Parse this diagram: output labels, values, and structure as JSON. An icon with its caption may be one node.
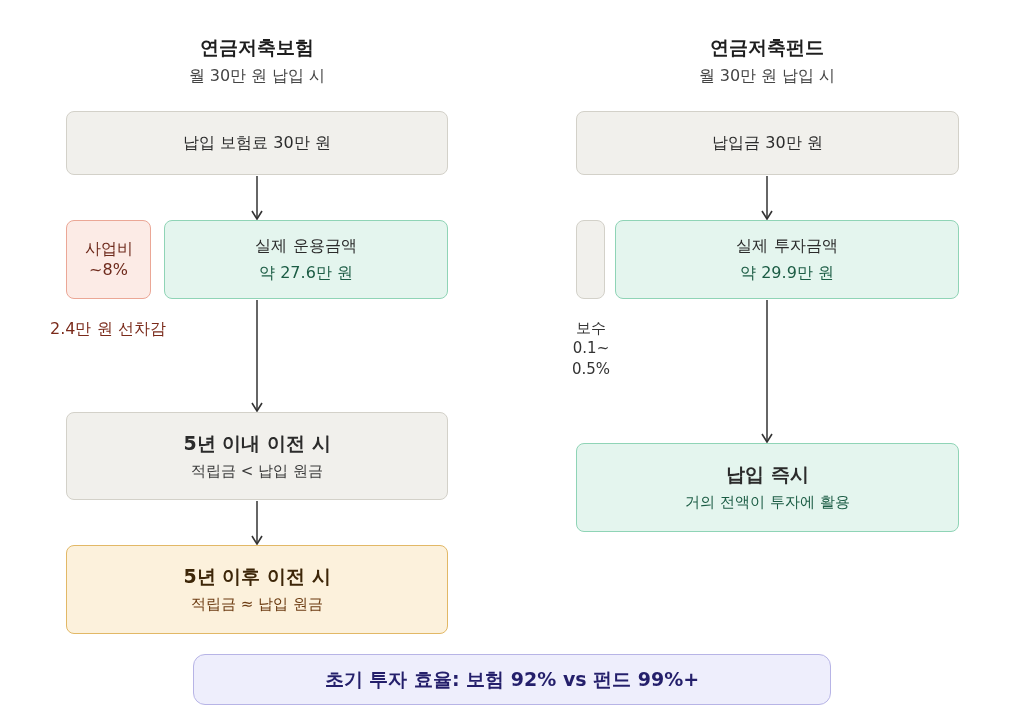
{
  "diagram": {
    "nodes": [
      {
        "text": [
          "납입 보험료 30만 원"
        ]
      },
      {
        "text": [
          "사업비 ~8%"
        ],
        "beside": [
          "2.4만 원 선차감"
        ]
      },
      {
        "text": [
          "실제 운용금액",
          "약 27.6만 원"
        ]
      },
      {
        "text": [
          "5년 이내 이전 시",
          "적립금 < 납입 원금"
        ]
      },
      {
        "text": [
          "5년 이후 이전 시",
          "적립금 ≈ 납입 원금"
        ]
      },
      {
        "text": [
          "납입금 30만 원"
        ]
      },
      {
        "text": [],
        "shape": "bar",
        "beside": [
          "보수 0.1~ 0.5%"
        ]
      },
      {
        "text": [
          "실제 투자금액",
          "약 29.9만 원"
        ]
      },
      {
        "text": [
          "납입 즉시",
          "거의 전액이 투자에 활용"
        ]
      },
      {
        "text": [
          "초기 투자 효율: 보험 92% vs 펀드 99%+"
        ]
      }
    ],
    "edges": [
      {
        "from": 0,
        "to": 2,
        "arrow": "to"
      },
      {
        "from": 2,
        "to": 3,
        "arrow": "to"
      },
      {
        "from": 3,
        "to": 4,
        "arrow": "to"
      },
      {
        "from": 5,
        "to": 7,
        "arrow": "to"
      },
      {
        "from": 7,
        "to": 8,
        "arrow": "to"
      }
    ],
    "labels": [
      "연금저축보험",
      "월 30만 원 납입 시",
      "연금저축펀드",
      "월 30만 원 납입 시"
    ]
  }
}
